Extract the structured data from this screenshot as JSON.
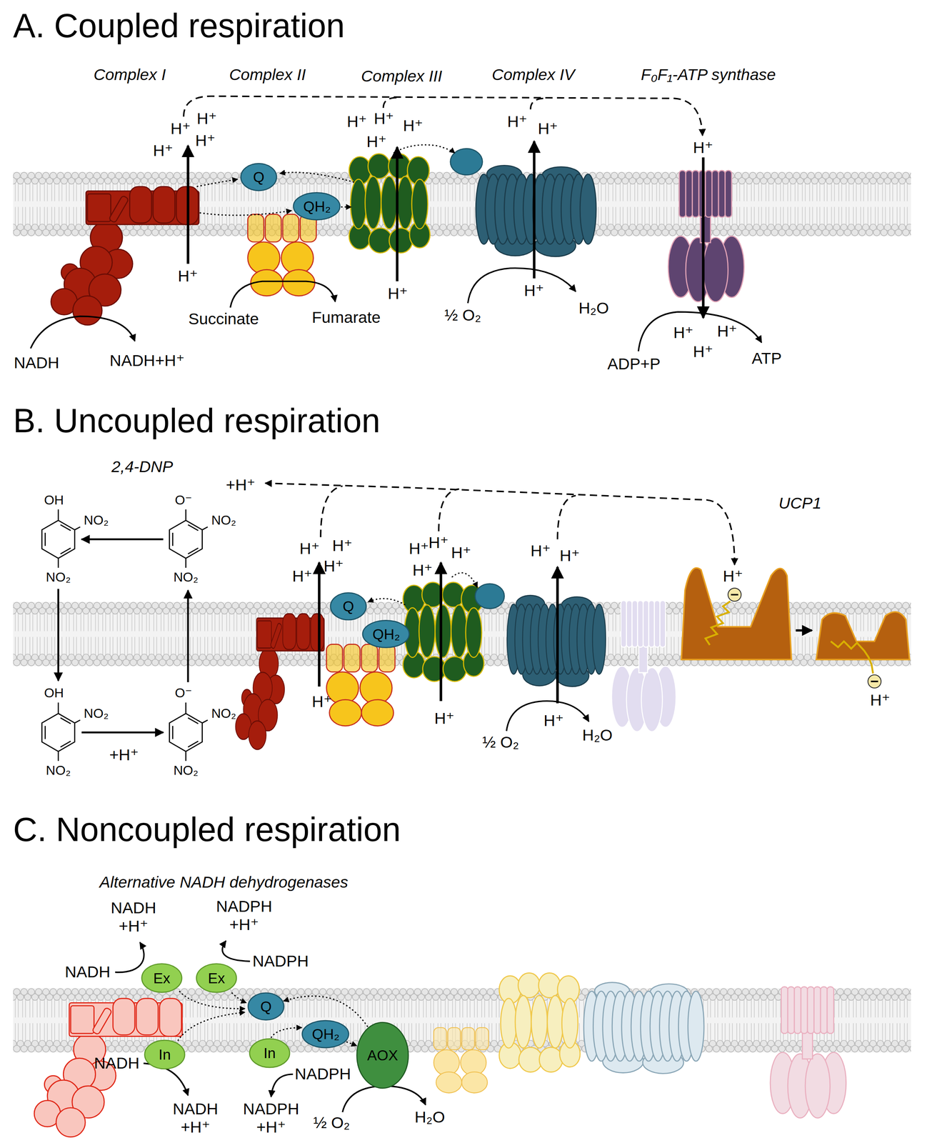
{
  "diagram": {
    "nodes": [
      {
        "text": [
          "Q"
        ]
      },
      {
        "text": [
          "QH₂"
        ]
      },
      {
        "text": [
          "Q"
        ]
      },
      {
        "text": [
          "QH₂"
        ]
      },
      {
        "text": [
          "Ex"
        ]
      },
      {
        "text": [
          "Ex"
        ]
      },
      {
        "text": [
          "Q"
        ]
      },
      {
        "text": [
          "QH₂"
        ]
      },
      {
        "text": [
          "In"
        ]
      },
      {
        "text": [
          "In"
        ]
      },
      {
        "text": [
          "AOX"
        ]
      }
    ],
    "edges": [
      {
        "from": 7,
        "to": 10,
        "arrow": "to"
      },
      {
        "from": 10,
        "to": 6,
        "arrow": "to"
      }
    ],
    "labels": [
      "A. Coupled respiration",
      "Complex I",
      "Complex II",
      "Complex III",
      "Complex IV",
      "F₀F₁-ATP synthase",
      "H⁺",
      "H⁺",
      "H⁺",
      "H⁺",
      "H⁺",
      "H⁺",
      "H⁺",
      "H⁺",
      "H⁺",
      "H⁺",
      "H⁺",
      "H⁺",
      "H⁺",
      "H⁺",
      "H⁺",
      "H⁺",
      "H⁺",
      "Succinate",
      "Fumarate",
      "NADH",
      "NADH+H⁺",
      "½ O₂",
      "H₂O",
      "ADP+P",
      "ATP",
      "B. Uncoupled respiration",
      "2,4-DNP",
      "UCP1",
      "+H⁺",
      "OH",
      "NO₂",
      "NO₂",
      "O⁻",
      "NO₂",
      "NO₂",
      "OH",
      "NO₂",
      "NO₂",
      "O⁻",
      "NO₂",
      "NO₂",
      "+H⁺",
      "H⁺",
      "H⁺",
      "H⁺",
      "H⁺",
      "H⁺",
      "H⁺",
      "H⁺",
      "H⁺",
      "H⁺",
      "H⁺",
      "H⁺",
      "H⁺",
      "H⁺",
      "½ O₂",
      "H₂O",
      "H⁺",
      "H⁺",
      "C. Noncoupled respiration",
      "Alternative NADH dehydrogenases",
      "NADH +H⁺",
      "NADPH +H⁺",
      "NADH",
      "NADPH",
      "NADH",
      "NADPH",
      "NADH +H⁺",
      "NADPH +H⁺",
      "½ O₂",
      "H₂O"
    ]
  }
}
